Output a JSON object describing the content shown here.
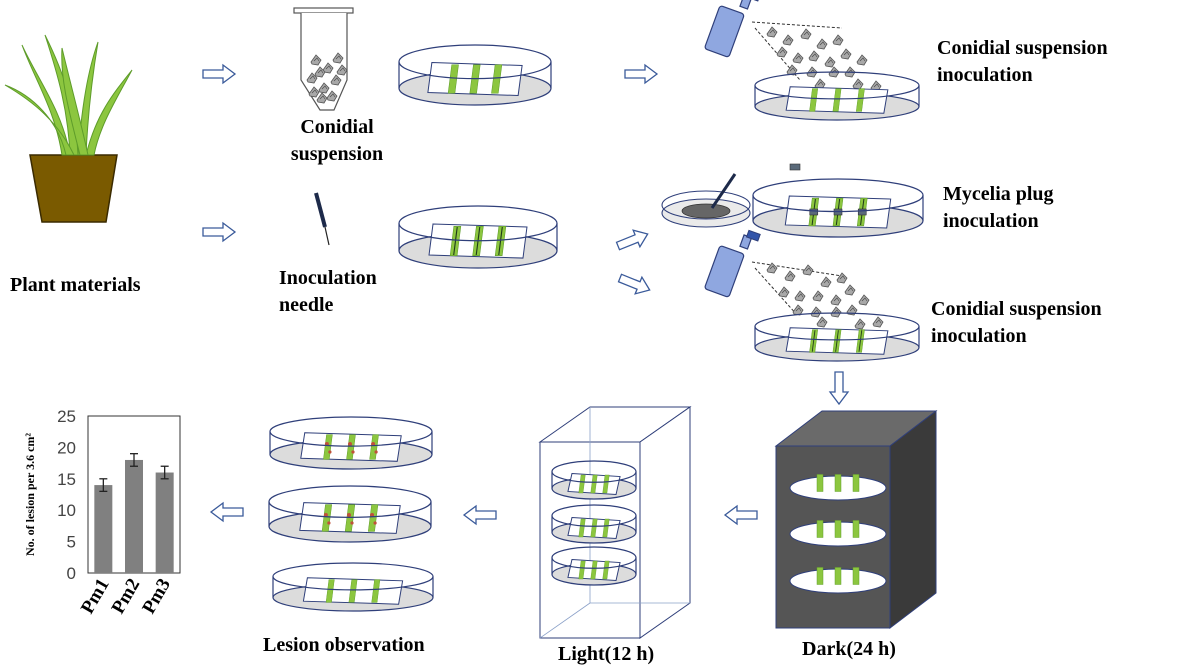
{
  "labels": {
    "plant_materials": "Plant materials",
    "conidial_suspension": [
      "Conidial",
      "suspension"
    ],
    "conidial_inoculation_top": [
      "Conidial suspension",
      "inoculation"
    ],
    "inoculation_needle": [
      "Inoculation",
      "needle"
    ],
    "mycelia_plug_inoculation": [
      "Mycelia plug",
      "inoculation"
    ],
    "conidial_inoculation_mid": [
      "Conidial suspension",
      "inoculation"
    ],
    "light": "Light(12 h)",
    "dark": "Dark(24 h)",
    "lesion_observation": "Lesion observation"
  },
  "colors": {
    "leaf_green": "#8cc63f",
    "leaf_outline": "#5e9c2a",
    "pot_brown": "#7a5a00",
    "dish_outline": "#2f3f7a",
    "dish_fill": "#dcdcdc",
    "arrow_outline": "#3a5a9a",
    "dark_box": "#404040",
    "bar_gray": "#808080"
  },
  "chart_data": {
    "type": "bar",
    "categories": [
      "Pm1",
      "Pm2",
      "Pm3"
    ],
    "values": [
      14,
      18,
      16
    ],
    "errors": [
      1,
      1,
      1
    ],
    "ylabel": "No. of lesion per 3.6 cm²",
    "ylim": [
      0,
      25
    ],
    "yticks": [
      0,
      5,
      10,
      15,
      20,
      25
    ],
    "grid": false
  }
}
